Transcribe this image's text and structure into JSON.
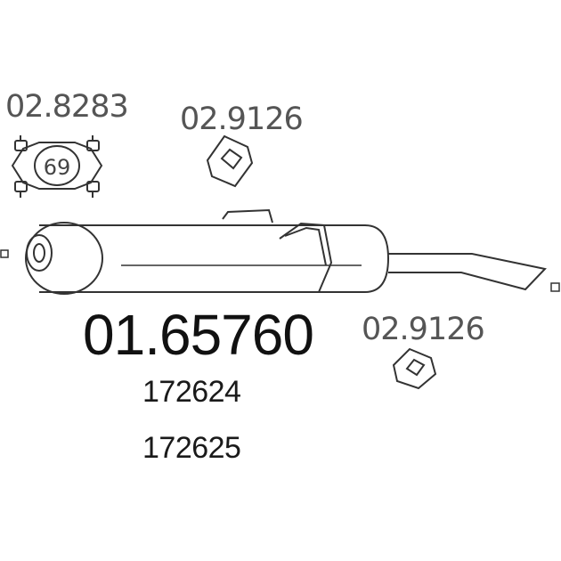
{
  "parts": {
    "clamp": {
      "code": "02.8283",
      "size": "69"
    },
    "gasket_top": {
      "code": "02.9126"
    },
    "gasket_bottom": {
      "code": "02.9126"
    }
  },
  "main_part": {
    "code": "01.65760",
    "refs": [
      "172624",
      "172625"
    ]
  },
  "colors": {
    "line": "#333333",
    "text": "#1a1a1a"
  }
}
